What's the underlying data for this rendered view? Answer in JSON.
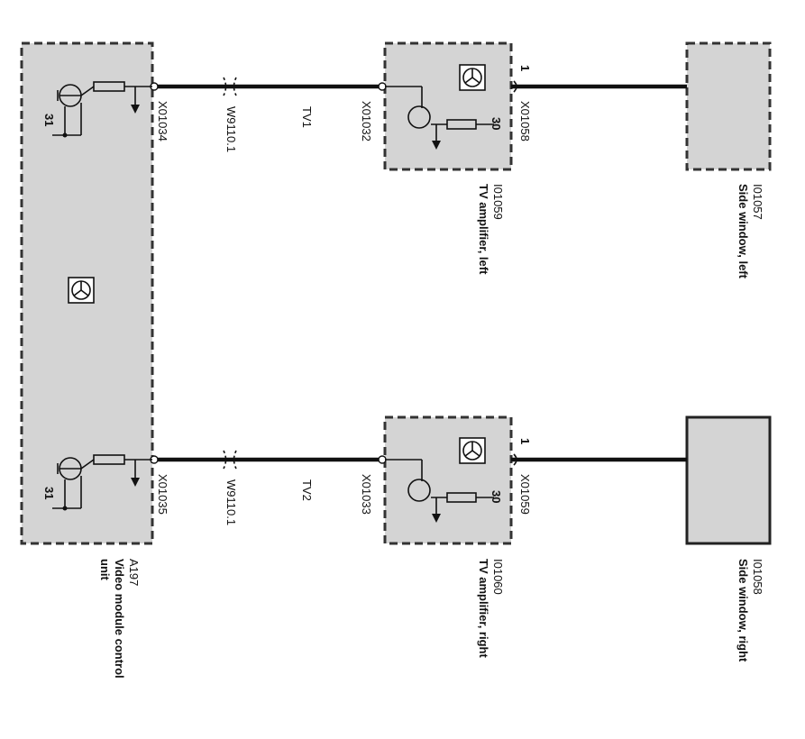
{
  "components": {
    "video_module": {
      "id": "A197",
      "name_line1": "Video module control",
      "name_line2": "unit"
    },
    "amp_left": {
      "id": "I01059",
      "name": "TV amplifier, left"
    },
    "amp_right": {
      "id": "I01060",
      "name": "TV amplifier, right"
    },
    "window_left": {
      "id": "I01057",
      "name": "Side window, left"
    },
    "window_right": {
      "id": "I01058",
      "name": "Side window, right"
    }
  },
  "connectors": {
    "x01034": "X01034",
    "x01035": "X01035",
    "x01032": "X01032",
    "x01033": "X01033",
    "x01058": "X01058",
    "x01059": "X01059"
  },
  "splices": {
    "top": "W9110.1",
    "bottom": "W9110.1"
  },
  "wires": {
    "tv1": "TV1",
    "tv2": "TV2"
  },
  "pins": {
    "ground_top": "31",
    "ground_bottom": "31",
    "supply_left": "30",
    "supply_right": "30",
    "ant_top": "1",
    "ant_bottom": "1"
  },
  "colors": {
    "component_fill": "#d4d4d4",
    "wire": "#111111"
  }
}
